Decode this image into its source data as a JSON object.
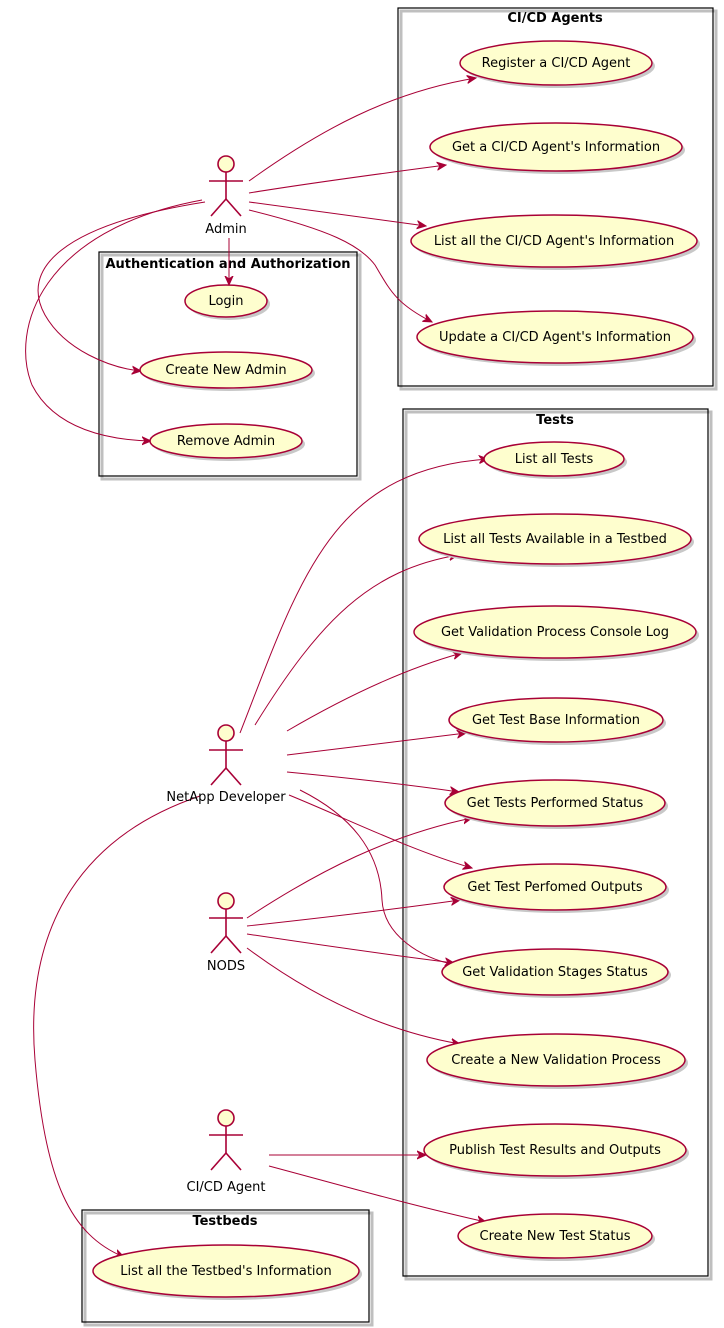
{
  "colors": {
    "usecase_fill": "#FEFECE",
    "border": "#A80036",
    "package_border": "#000000",
    "background": "#FFFFFF"
  },
  "packages": {
    "agents": {
      "title": "CI/CD Agents"
    },
    "auth": {
      "title": "Authentication and Authorization"
    },
    "tests": {
      "title": "Tests"
    },
    "testbeds": {
      "title": "Testbeds"
    }
  },
  "actors": {
    "admin": {
      "label": "Admin"
    },
    "developer": {
      "label": "NetApp Developer"
    },
    "nods": {
      "label": "NODS"
    },
    "agent": {
      "label": "CI/CD Agent"
    }
  },
  "usecases": {
    "register_agent": "Register a CI/CD Agent",
    "get_agent_info": "Get a CI/CD Agent's Information",
    "list_agents_info": "List all the CI/CD Agent's Information",
    "update_agent_info": "Update a CI/CD Agent's Information",
    "login": "Login",
    "create_admin": "Create New Admin",
    "remove_admin": "Remove Admin",
    "list_tests": "List all Tests",
    "list_tests_testbed": "List all Tests Available in a Testbed",
    "console_log": "Get Validation Process Console Log",
    "test_base_info": "Get Test Base Information",
    "tests_status": "Get Tests Performed Status",
    "test_outputs": "Get Test Perfomed Outputs",
    "stages_status": "Get Validation Stages Status",
    "new_validation": "Create a New Validation Process",
    "publish_results": "Publish Test Results and Outputs",
    "new_test_status": "Create New Test Status",
    "list_testbeds": "List all the Testbed's Information"
  }
}
